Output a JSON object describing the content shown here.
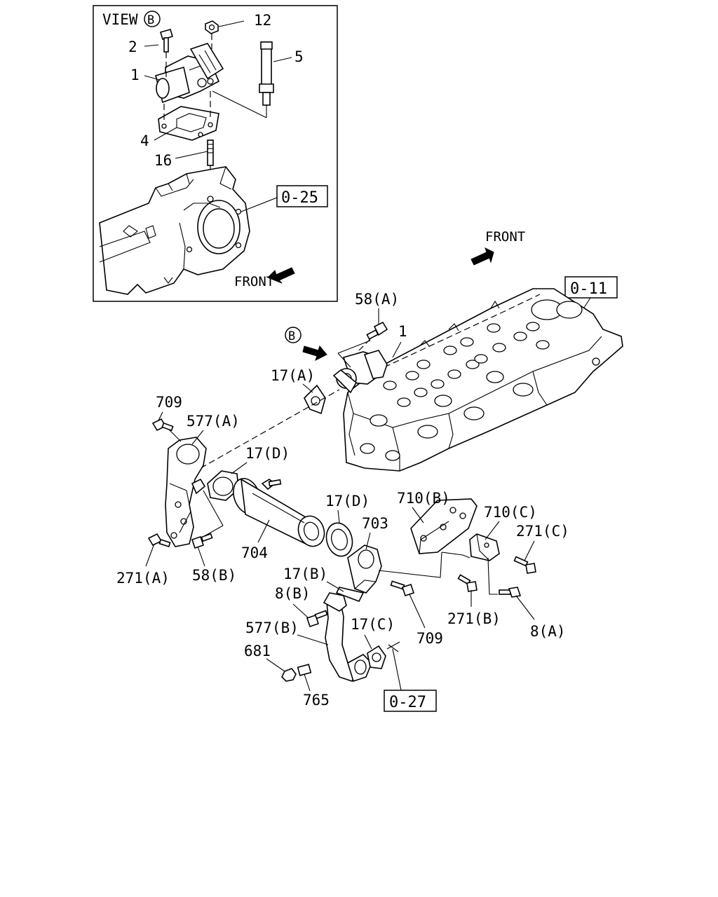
{
  "inset": {
    "title": "VIEW",
    "view_letter": "B",
    "front_label": "FRONT",
    "callouts": [
      "2",
      "1",
      "4",
      "16",
      "12",
      "5"
    ],
    "ref_box": "0-25"
  },
  "main": {
    "front_label": "FRONT",
    "view_letter": "B",
    "ref_boxes": [
      "0-11",
      "0-27"
    ],
    "callouts": [
      "58(A)",
      "1",
      "17(A)",
      "709",
      "577(A)",
      "17(D)",
      "17(D)",
      "710(B)",
      "710(C)",
      "703",
      "271(C)",
      "704",
      "271(A)",
      "58(B)",
      "17(B)",
      "8(B)",
      "709",
      "271(B)",
      "8(A)",
      "577(B)",
      "17(C)",
      "681",
      "765"
    ]
  }
}
